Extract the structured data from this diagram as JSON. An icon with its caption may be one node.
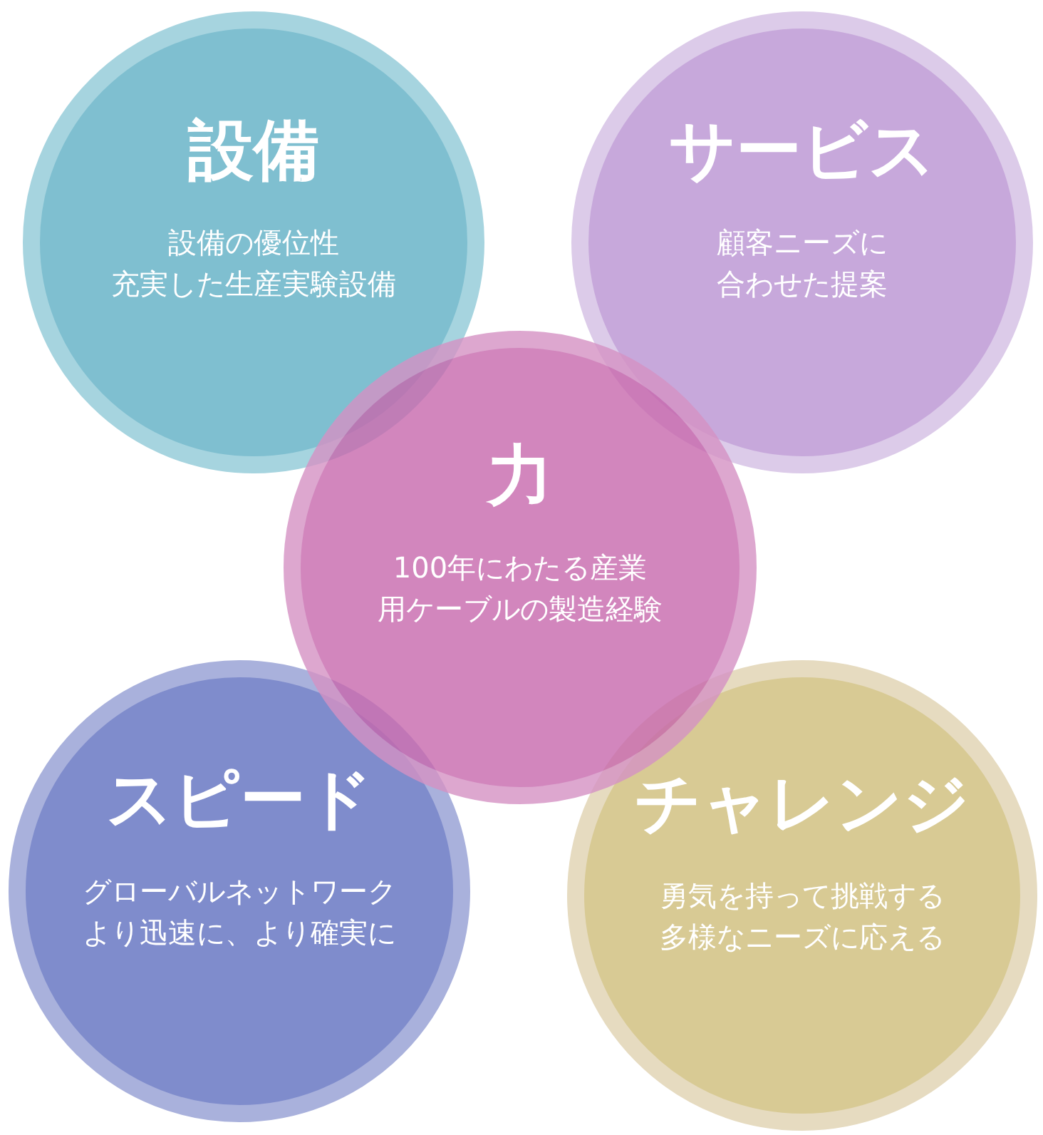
{
  "diagram": {
    "nodes": [
      {
        "text": [
          "設備",
          "設備の優位性充実した生産実験設備"
        ]
      },
      {
        "text": [
          "サービス",
          "顧客ニーズに合わせた提案"
        ]
      },
      {
        "text": [
          "力",
          "100年にわたる産業用ケーブルの製造経験"
        ]
      },
      {
        "text": [
          "スピード",
          "グローバルネットワークより迅速に、より確実に"
        ]
      },
      {
        "text": [
          "チャレンジ",
          "勇気を持って挑戦する多様なニーズに応える"
        ]
      }
    ]
  }
}
